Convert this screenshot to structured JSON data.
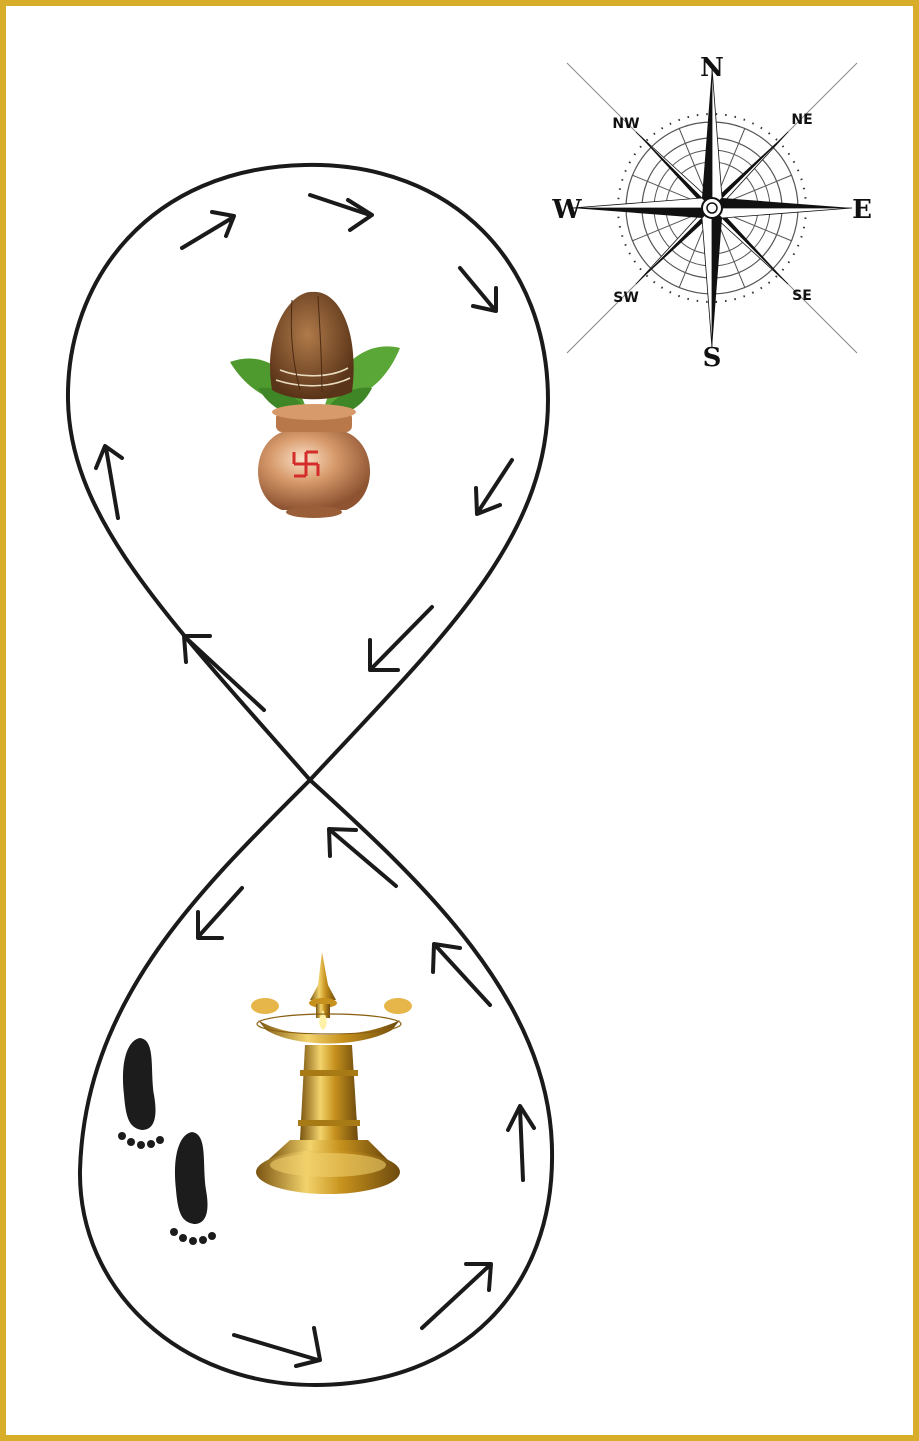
{
  "diagram": {
    "path_shape": "figure-eight",
    "direction": "clockwise-upper / counterclockwise-lower",
    "upper_loop_item": "kalash-icon",
    "lower_loop_items": [
      "lamp-icon",
      "footprints-icon"
    ]
  },
  "compass": {
    "north": "N",
    "south": "S",
    "east": "E",
    "west": "W",
    "northeast": "NE",
    "northwest": "NW",
    "southeast": "SE",
    "southwest": "SW"
  },
  "colors": {
    "frame": "#d8ad2a",
    "path": "#1a1a1a",
    "copper": "#c98a5c",
    "brass": "#c9961e",
    "leaf": "#4f9a2e",
    "coconut": "#8a5a33",
    "symbol": "#d42b2b"
  }
}
